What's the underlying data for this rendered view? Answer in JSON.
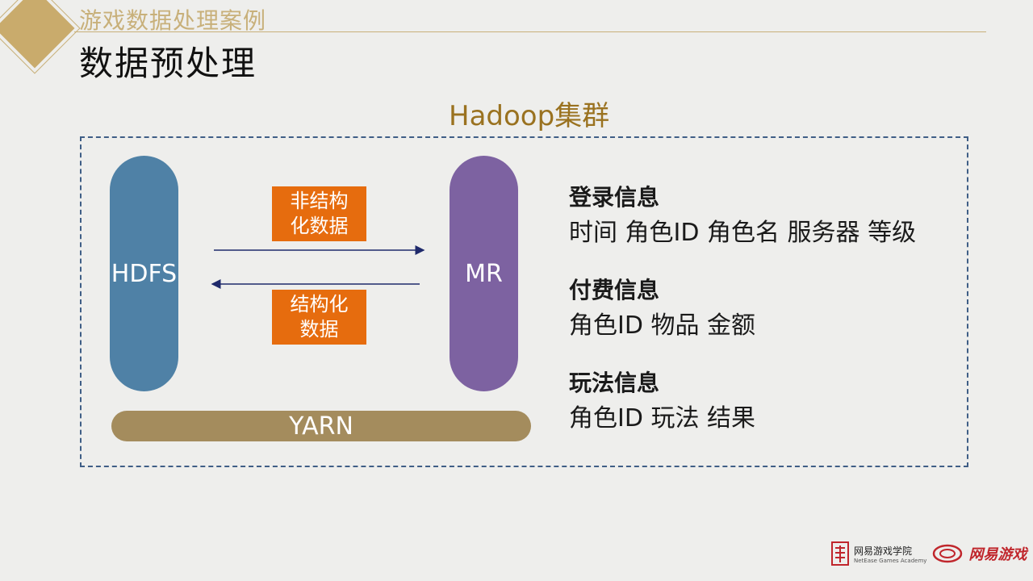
{
  "header": {
    "section_title": "游戏数据处理案例",
    "page_title": "数据预处理"
  },
  "cluster": {
    "title": "Hadoop集群",
    "hdfs_label": "HDFS",
    "mr_label": "MR",
    "yarn_label": "YARN",
    "arrow_right_tag_line1": "非结构",
    "arrow_right_tag_line2": "化数据",
    "arrow_left_tag_line1": "结构化",
    "arrow_left_tag_line2": "数据"
  },
  "info": [
    {
      "heading": "登录信息",
      "fields": "时间 角色ID 角色名 服务器 等级"
    },
    {
      "heading": "付费信息",
      "fields": "角色ID 物品 金额"
    },
    {
      "heading": "玩法信息",
      "fields": "角色ID 玩法 结果"
    }
  ],
  "footer": {
    "academy_name": "网易游戏学院",
    "academy_sub": "NetEase Games Academy",
    "brand": "网易游戏"
  },
  "colors": {
    "hdfs": "#4f81a6",
    "mr": "#7d62a1",
    "yarn": "#a48c5d",
    "tag": "#e66c0e",
    "arrow": "#1f2a6b",
    "accent_gold": "#c8b07a",
    "cluster_title": "#9a7220",
    "dashed_border": "#3f5e86"
  }
}
